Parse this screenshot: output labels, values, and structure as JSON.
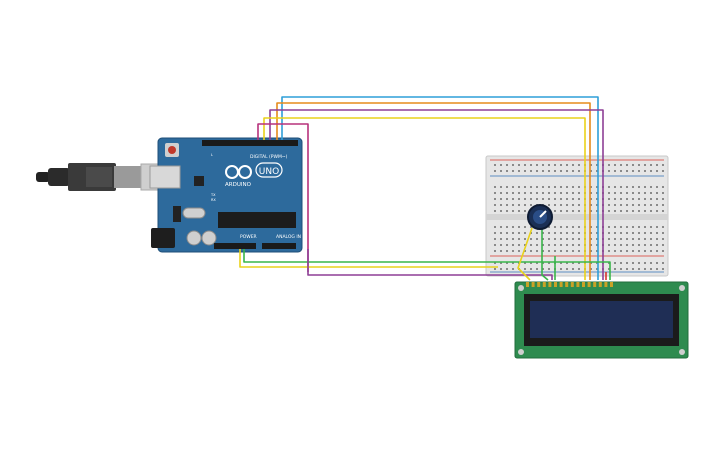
{
  "arduino": {
    "brand": "ARDUINO",
    "model": "UNO",
    "header_digital": "DIGITAL (PWM~)",
    "header_power": "POWER",
    "header_analog": "ANALOG IN",
    "led_tx": "TX",
    "led_rx": "RX",
    "led_l": "L"
  },
  "colors": {
    "board": "#2d6a9c",
    "board_dark": "#1f4f78",
    "breadboard": "#e6e6e6",
    "lcd_pcb": "#2e8b4f",
    "lcd_screen": "#1f2e55",
    "wire_blue": "#2f9fd8",
    "wire_orange": "#e58b1c",
    "wire_purple": "#8e3f96",
    "wire_green": "#39b54a",
    "wire_yellow": "#e9d21b",
    "wire_magenta": "#b7327c",
    "wire_red": "#d9342b"
  }
}
